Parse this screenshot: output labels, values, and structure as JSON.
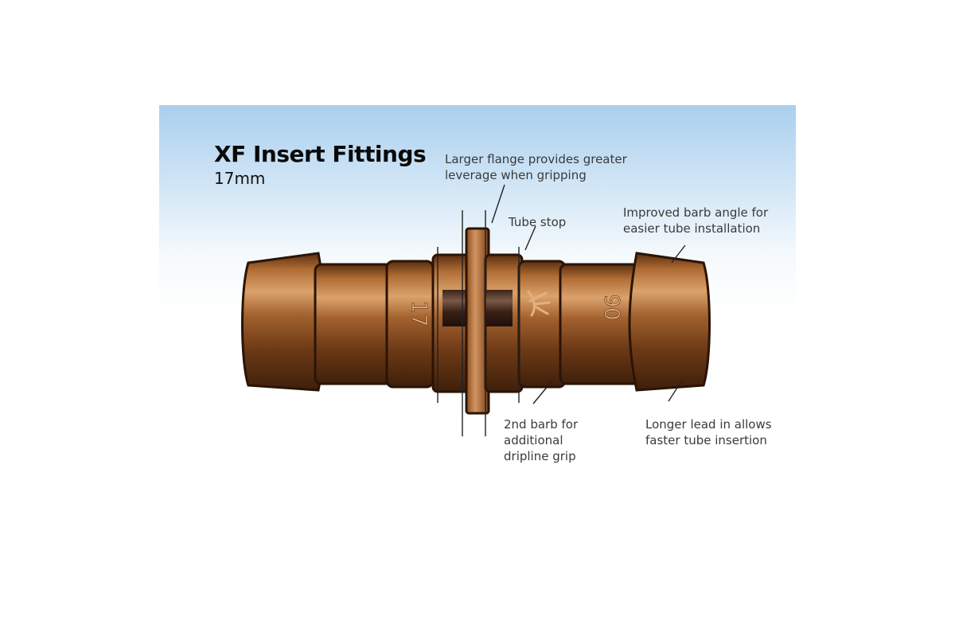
{
  "heading": {
    "title": "XF Insert Fittings",
    "subtitle": "17mm"
  },
  "markings": {
    "size": "17",
    "logo": "rain-bird-icon",
    "code": "90"
  },
  "callouts": {
    "flange": [
      "Larger flange provides greater",
      "leverage when gripping"
    ],
    "tube_stop": [
      "Tube stop"
    ],
    "barb_angle": [
      "Improved barb angle for",
      "easier tube installation"
    ],
    "second_barb": [
      "2nd barb for",
      "additional",
      "dripline grip"
    ],
    "lead_in": [
      "Longer lead in allows",
      "faster tube insertion"
    ]
  },
  "colors": {
    "fitting_body": "#9a5a28",
    "fitting_highlight": "#d9a06a",
    "fitting_shadow": "#3e1f0a",
    "sky_top": "#a9cfee"
  }
}
